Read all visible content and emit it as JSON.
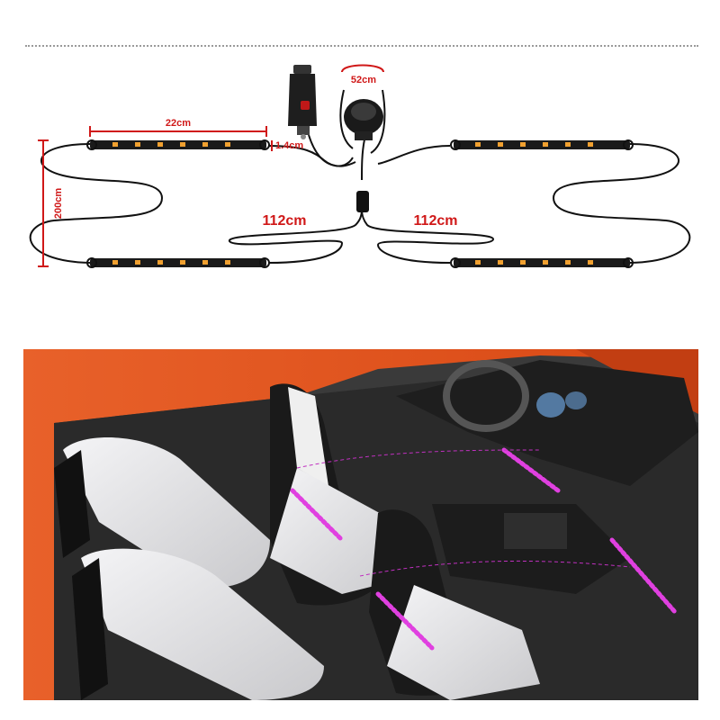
{
  "diagram": {
    "labels": {
      "strip_length": "22cm",
      "strip_width": "1.4cm",
      "center_cable": "52cm",
      "side_cable_left": "200cm",
      "branch_left": "112cm",
      "branch_right": "112cm"
    },
    "colors": {
      "label": "#d01818",
      "cable": "#111111",
      "strip": "#1a1a1a",
      "led": "#f0a030"
    }
  },
  "photo": {
    "subject": "car-interior-with-ambient-led-strips",
    "colors": {
      "car_body": "#e2551e",
      "interior": "#2a2a2a",
      "seat": "#e8e8ea",
      "led_glow": "#e040e0"
    }
  }
}
